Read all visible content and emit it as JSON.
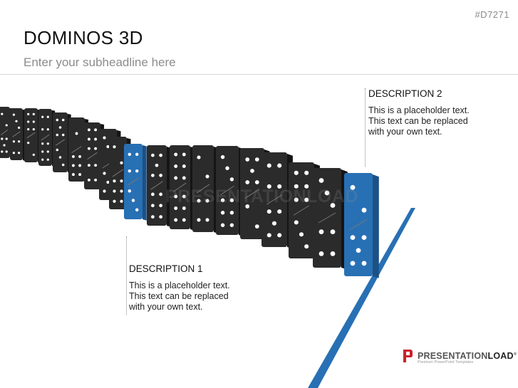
{
  "slide_code": "#D7271",
  "title": "DOMINOS 3D",
  "subtitle": "Enter your subheadline here",
  "descriptions": [
    {
      "heading": "DESCRIPTION 1",
      "lines": [
        "This is a placeholder text.",
        "This text can be replaced",
        "with your own text."
      ]
    },
    {
      "heading": "DESCRIPTION 2",
      "lines": [
        "This is a placeholder text.",
        "This text can be replaced",
        "with your own text."
      ]
    }
  ],
  "watermark": "PRESENTATIONLOAD",
  "logo": {
    "name_part1": "PRESENTATION",
    "name_part2": "LOAD",
    "reg": "®",
    "tagline": "Premium PowerPoint Templates"
  },
  "colors": {
    "accent_blue": "#2870b4",
    "domino_black": "#2b2b2b",
    "pip_white": "#ffffff",
    "logo_red": "#c8222b"
  },
  "highlighted_dominoes": [
    9,
    18
  ]
}
